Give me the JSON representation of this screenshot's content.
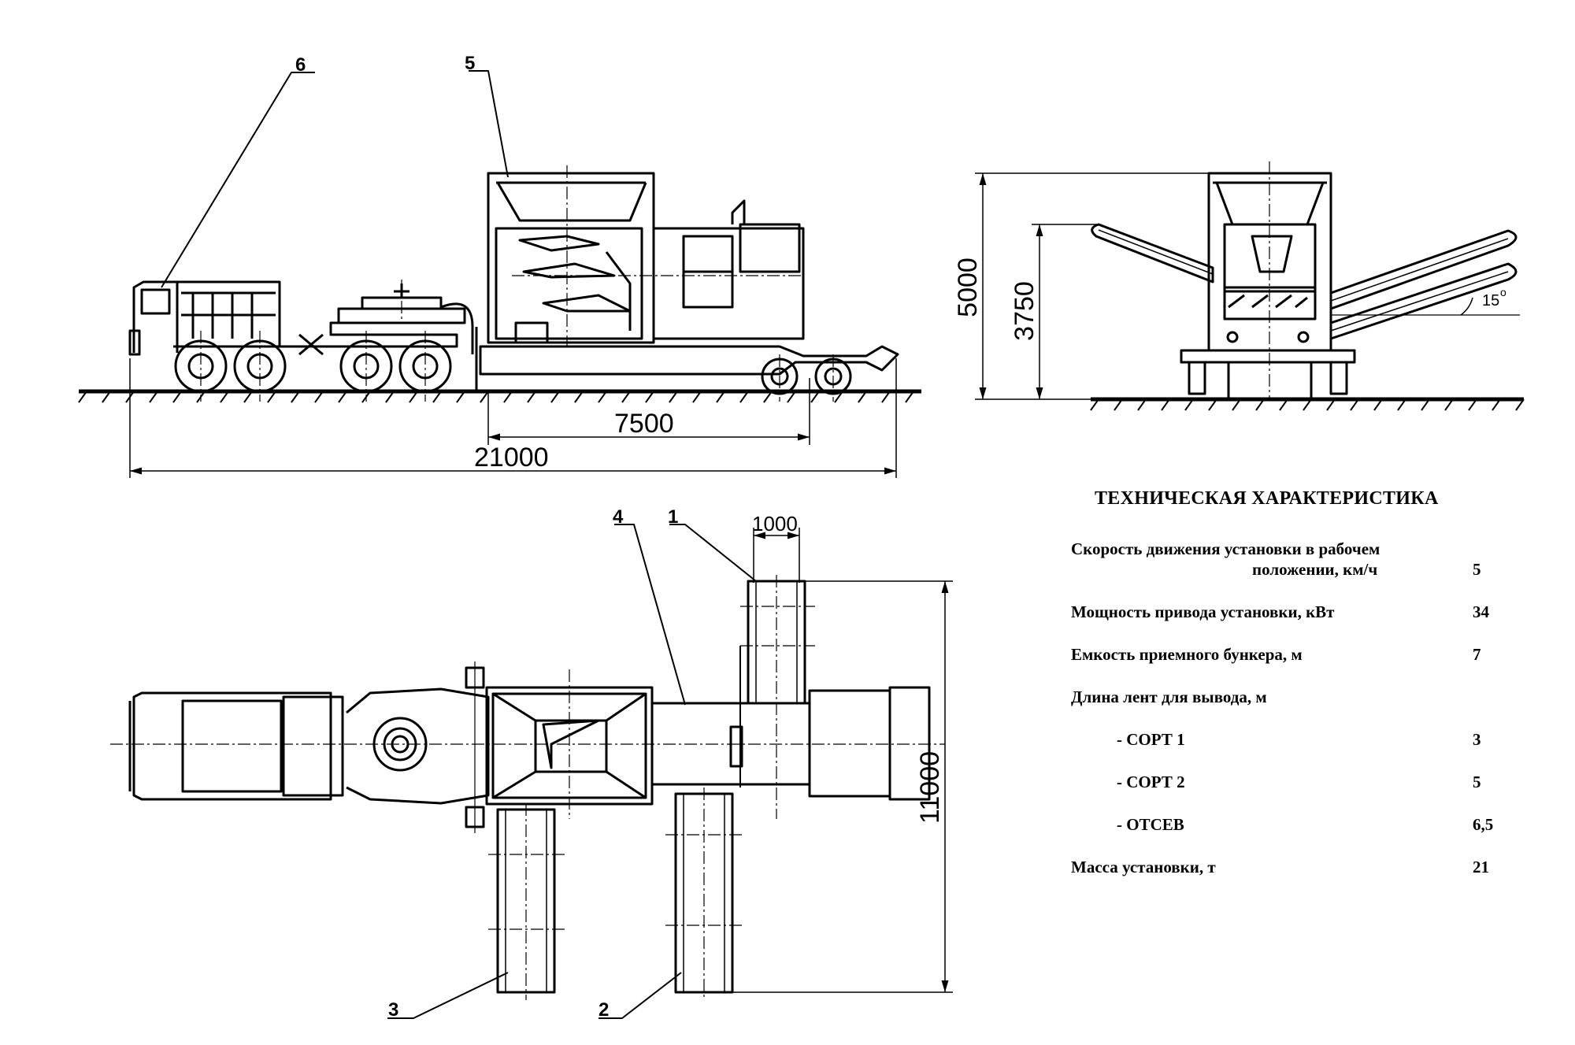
{
  "callouts": [
    "1",
    "2",
    "3",
    "4",
    "5",
    "6"
  ],
  "dimensions": {
    "trailer_length": "7500",
    "overall_length": "21000",
    "total_height": "5000",
    "conveyor_height": "3750",
    "belt_width": "1000",
    "overall_width": "11000",
    "belt_angle": "15"
  },
  "specs": {
    "title": "ТЕХНИЧЕСКАЯ ХАРАКТЕРИСТИКА",
    "rows": [
      {
        "label": "Скорость движения установки в рабочем",
        "label_cont": "положении, км/ч",
        "value": "5"
      },
      {
        "label": "Мощность привода установки, кВт",
        "value": "34"
      },
      {
        "label": "Емкость приемного бункера, м",
        "value": "7"
      },
      {
        "label": "Длина лент для вывода, м",
        "value": ""
      },
      {
        "label": "- СОРТ 1",
        "value": "3"
      },
      {
        "label": "- СОРТ 2",
        "value": "5"
      },
      {
        "label": "- ОТСЕВ",
        "value": "6,5"
      },
      {
        "label": "Масса установки, т",
        "value": "21"
      }
    ]
  }
}
